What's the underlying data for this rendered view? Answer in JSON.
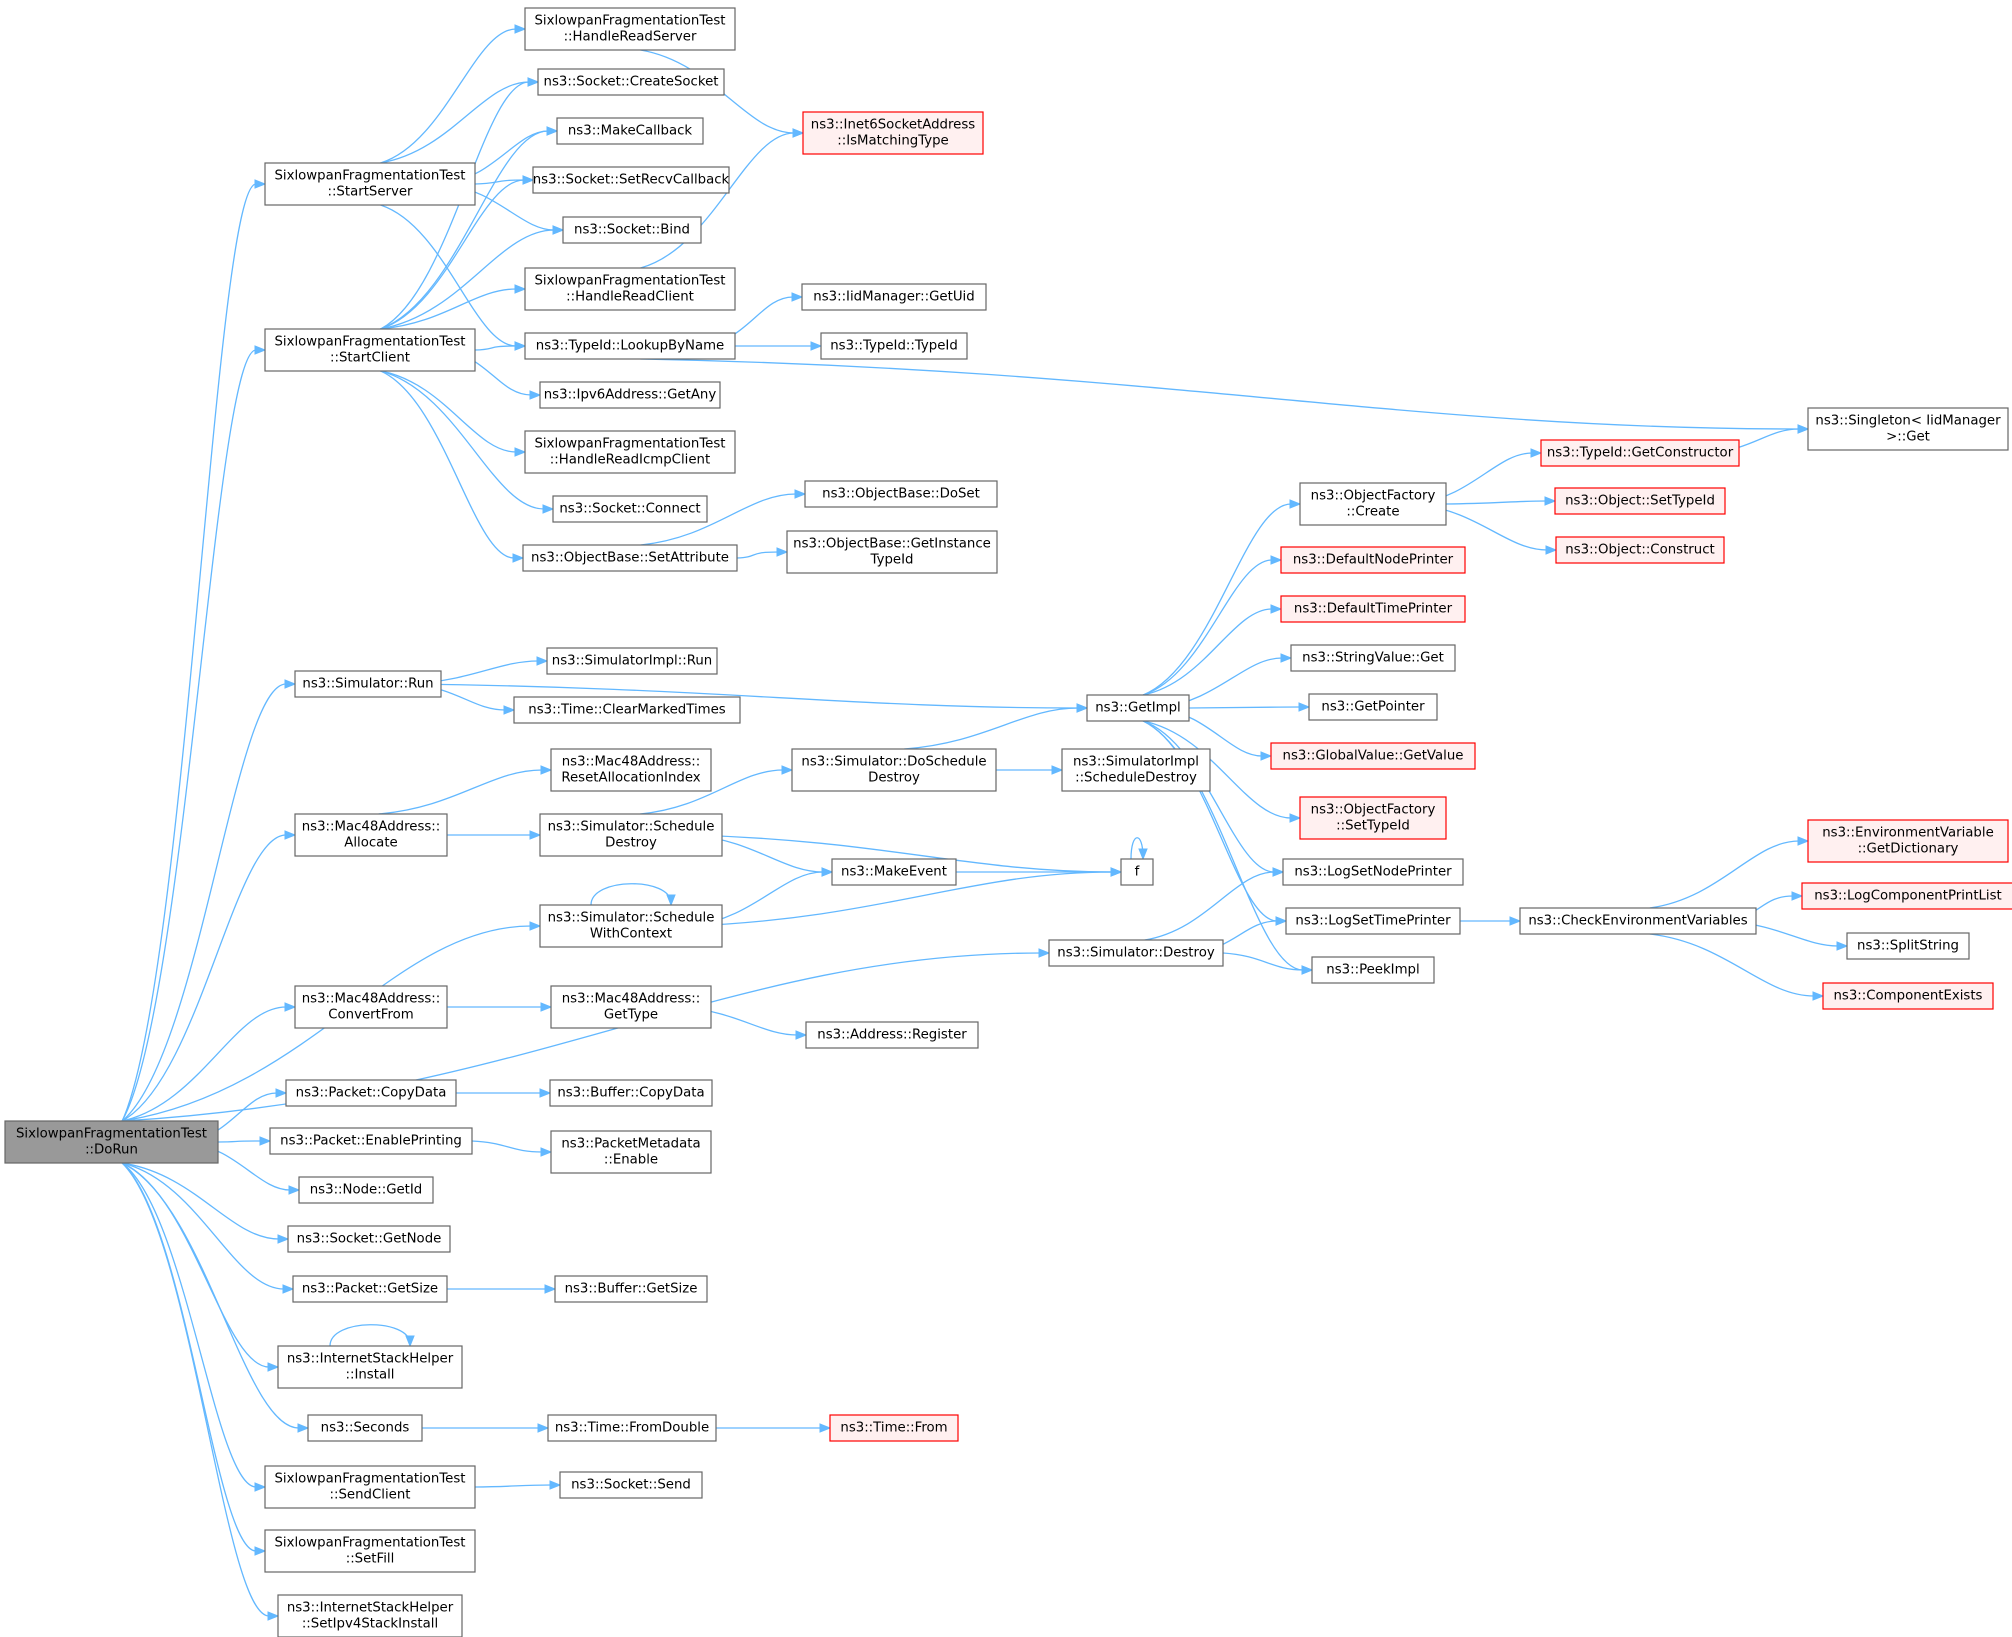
{
  "nodes": {
    "doRun": [
      "SixlowpanFragmentationTest",
      "::DoRun"
    ],
    "startServer": [
      "SixlowpanFragmentationTest",
      "::StartServer"
    ],
    "startClient": [
      "SixlowpanFragmentationTest",
      "::StartClient"
    ],
    "handleReadServer": [
      "SixlowpanFragmentationTest",
      "::HandleReadServer"
    ],
    "createSocket": [
      "ns3::Socket::CreateSocket"
    ],
    "makeCallback": [
      "ns3::MakeCallback"
    ],
    "setRecvCallback": [
      "ns3::Socket::SetRecvCallback"
    ],
    "socketBind": [
      "ns3::Socket::Bind"
    ],
    "handleReadClient": [
      "SixlowpanFragmentationTest",
      "::HandleReadClient"
    ],
    "lookupByName": [
      "ns3::TypeId::LookupByName"
    ],
    "getAny": [
      "ns3::Ipv6Address::GetAny"
    ],
    "handleReadIcmpClient": [
      "SixlowpanFragmentationTest",
      "::HandleReadIcmpClient"
    ],
    "socketConnect": [
      "ns3::Socket::Connect"
    ],
    "setAttribute": [
      "ns3::ObjectBase::SetAttribute"
    ],
    "isMatchingType": [
      "ns3::Inet6SocketAddress",
      "::IsMatchingType"
    ],
    "getUid": [
      "ns3::IidManager::GetUid"
    ],
    "typeIdCtor": [
      "ns3::TypeId::TypeId"
    ],
    "singletonGet": [
      "ns3::Singleton< IidManager",
      ">::Get"
    ],
    "doSet": [
      "ns3::ObjectBase::DoSet"
    ],
    "getInstanceTypeId": [
      "ns3::ObjectBase::GetInstance",
      "TypeId"
    ],
    "simRun": [
      "ns3::Simulator::Run"
    ],
    "simImplRun": [
      "ns3::SimulatorImpl::Run"
    ],
    "clearMarkedTimes": [
      "ns3::Time::ClearMarkedTimes"
    ],
    "macAllocate": [
      "ns3::Mac48Address::",
      "Allocate"
    ],
    "resetAllocationIndex": [
      "ns3::Mac48Address::",
      "ResetAllocationIndex"
    ],
    "scheduleDestroy": [
      "ns3::Simulator::Schedule",
      "Destroy"
    ],
    "doScheduleDestroy": [
      "ns3::Simulator::DoSchedule",
      "Destroy"
    ],
    "implScheduleDestroy": [
      "ns3::SimulatorImpl",
      "::ScheduleDestroy"
    ],
    "getImpl": [
      "ns3::GetImpl"
    ],
    "makeEvent": [
      "ns3::MakeEvent"
    ],
    "f": [
      "f"
    ],
    "scheduleWithContext": [
      "ns3::Simulator::Schedule",
      "WithContext"
    ],
    "simDestroy": [
      "ns3::Simulator::Destroy"
    ],
    "ofCreate": [
      "ns3::ObjectFactory",
      "::Create"
    ],
    "getConstructor": [
      "ns3::TypeId::GetConstructor"
    ],
    "objSetTypeId": [
      "ns3::Object::SetTypeId"
    ],
    "objConstruct": [
      "ns3::Object::Construct"
    ],
    "defaultNodePrinter": [
      "ns3::DefaultNodePrinter"
    ],
    "defaultTimePrinter": [
      "ns3::DefaultTimePrinter"
    ],
    "stringValueGet": [
      "ns3::StringValue::Get"
    ],
    "getPointer": [
      "ns3::GetPointer"
    ],
    "globalGetValue": [
      "ns3::GlobalValue::GetValue"
    ],
    "ofSetTypeId": [
      "ns3::ObjectFactory",
      "::SetTypeId"
    ],
    "logSetNodePrinter": [
      "ns3::LogSetNodePrinter"
    ],
    "logSetTimePrinter": [
      "ns3::LogSetTimePrinter"
    ],
    "peekImpl": [
      "ns3::PeekImpl"
    ],
    "checkEnv": [
      "ns3::CheckEnvironmentVariables"
    ],
    "envGetDictionary": [
      "ns3::EnvironmentVariable",
      "::GetDictionary"
    ],
    "logComponentPrintList": [
      "ns3::LogComponentPrintList"
    ],
    "splitString": [
      "ns3::SplitString"
    ],
    "componentExists": [
      "ns3::ComponentExists"
    ],
    "convertFrom": [
      "ns3::Mac48Address::",
      "ConvertFrom"
    ],
    "macGetType": [
      "ns3::Mac48Address::",
      "GetType"
    ],
    "addressRegister": [
      "ns3::Address::Register"
    ],
    "packetCopyData": [
      "ns3::Packet::CopyData"
    ],
    "bufferCopyData": [
      "ns3::Buffer::CopyData"
    ],
    "enablePrinting": [
      "ns3::Packet::EnablePrinting"
    ],
    "metadataEnable": [
      "ns3::PacketMetadata",
      "::Enable"
    ],
    "nodeGetId": [
      "ns3::Node::GetId"
    ],
    "socketGetNode": [
      "ns3::Socket::GetNode"
    ],
    "packetGetSize": [
      "ns3::Packet::GetSize"
    ],
    "bufferGetSize": [
      "ns3::Buffer::GetSize"
    ],
    "ishInstall": [
      "ns3::InternetStackHelper",
      "::Install"
    ],
    "seconds": [
      "ns3::Seconds"
    ],
    "fromDouble": [
      "ns3::Time::FromDouble"
    ],
    "timeFrom": [
      "ns3::Time::From"
    ],
    "sendClient": [
      "SixlowpanFragmentationTest",
      "::SendClient"
    ],
    "socketSend": [
      "ns3::Socket::Send"
    ],
    "setFill": [
      "SixlowpanFragmentationTest",
      "::SetFill"
    ],
    "setIpv4StackInstall": [
      "ns3::InternetStackHelper",
      "::SetIpv4StackInstall"
    ]
  },
  "highlighted": [
    "doRun"
  ],
  "truncated_nodes": [
    "isMatchingType",
    "getConstructor",
    "objSetTypeId",
    "objConstruct",
    "defaultNodePrinter",
    "defaultTimePrinter",
    "globalGetValue",
    "ofSetTypeId",
    "envGetDictionary",
    "logComponentPrintList",
    "componentExists",
    "timeFrom"
  ],
  "edges": [
    [
      "doRun",
      "startServer"
    ],
    [
      "doRun",
      "startClient"
    ],
    [
      "doRun",
      "simRun"
    ],
    [
      "doRun",
      "macAllocate"
    ],
    [
      "doRun",
      "scheduleWithContext"
    ],
    [
      "doRun",
      "simDestroy"
    ],
    [
      "doRun",
      "convertFrom"
    ],
    [
      "doRun",
      "packetCopyData"
    ],
    [
      "doRun",
      "enablePrinting"
    ],
    [
      "doRun",
      "nodeGetId"
    ],
    [
      "doRun",
      "socketGetNode"
    ],
    [
      "doRun",
      "packetGetSize"
    ],
    [
      "doRun",
      "ishInstall"
    ],
    [
      "doRun",
      "seconds"
    ],
    [
      "doRun",
      "sendClient"
    ],
    [
      "doRun",
      "setFill"
    ],
    [
      "doRun",
      "setIpv4StackInstall"
    ],
    [
      "startServer",
      "handleReadServer"
    ],
    [
      "startServer",
      "createSocket"
    ],
    [
      "startServer",
      "makeCallback"
    ],
    [
      "startServer",
      "setRecvCallback"
    ],
    [
      "startServer",
      "socketBind"
    ],
    [
      "startServer",
      "lookupByName"
    ],
    [
      "startClient",
      "createSocket"
    ],
    [
      "startClient",
      "makeCallback"
    ],
    [
      "startClient",
      "setRecvCallback"
    ],
    [
      "startClient",
      "socketBind"
    ],
    [
      "startClient",
      "handleReadClient"
    ],
    [
      "startClient",
      "lookupByName"
    ],
    [
      "startClient",
      "getAny"
    ],
    [
      "startClient",
      "handleReadIcmpClient"
    ],
    [
      "startClient",
      "socketConnect"
    ],
    [
      "startClient",
      "setAttribute"
    ],
    [
      "handleReadServer",
      "isMatchingType"
    ],
    [
      "handleReadClient",
      "isMatchingType"
    ],
    [
      "lookupByName",
      "getUid"
    ],
    [
      "lookupByName",
      "typeIdCtor"
    ],
    [
      "lookupByName",
      "singletonGet"
    ],
    [
      "setAttribute",
      "doSet"
    ],
    [
      "setAttribute",
      "getInstanceTypeId"
    ],
    [
      "simRun",
      "getImpl"
    ],
    [
      "simRun",
      "simImplRun"
    ],
    [
      "simRun",
      "clearMarkedTimes"
    ],
    [
      "macAllocate",
      "resetAllocationIndex"
    ],
    [
      "macAllocate",
      "scheduleDestroy"
    ],
    [
      "scheduleDestroy",
      "doScheduleDestroy"
    ],
    [
      "scheduleDestroy",
      "makeEvent"
    ],
    [
      "scheduleDestroy",
      "f"
    ],
    [
      "doScheduleDestroy",
      "getImpl"
    ],
    [
      "doScheduleDestroy",
      "implScheduleDestroy"
    ],
    [
      "scheduleWithContext",
      "scheduleWithContext"
    ],
    [
      "scheduleWithContext",
      "makeEvent"
    ],
    [
      "scheduleWithContext",
      "f"
    ],
    [
      "makeEvent",
      "f"
    ],
    [
      "f",
      "f"
    ],
    [
      "simDestroy",
      "logSetNodePrinter"
    ],
    [
      "simDestroy",
      "logSetTimePrinter"
    ],
    [
      "simDestroy",
      "peekImpl"
    ],
    [
      "getImpl",
      "ofCreate"
    ],
    [
      "getImpl",
      "defaultNodePrinter"
    ],
    [
      "getImpl",
      "defaultTimePrinter"
    ],
    [
      "getImpl",
      "stringValueGet"
    ],
    [
      "getImpl",
      "getPointer"
    ],
    [
      "getImpl",
      "globalGetValue"
    ],
    [
      "getImpl",
      "ofSetTypeId"
    ],
    [
      "getImpl",
      "logSetNodePrinter"
    ],
    [
      "getImpl",
      "logSetTimePrinter"
    ],
    [
      "getImpl",
      "peekImpl"
    ],
    [
      "ofCreate",
      "getConstructor"
    ],
    [
      "ofCreate",
      "objSetTypeId"
    ],
    [
      "ofCreate",
      "objConstruct"
    ],
    [
      "getConstructor",
      "singletonGet"
    ],
    [
      "logSetTimePrinter",
      "checkEnv"
    ],
    [
      "checkEnv",
      "envGetDictionary"
    ],
    [
      "checkEnv",
      "logComponentPrintList"
    ],
    [
      "checkEnv",
      "splitString"
    ],
    [
      "checkEnv",
      "componentExists"
    ],
    [
      "convertFrom",
      "macGetType"
    ],
    [
      "macGetType",
      "addressRegister"
    ],
    [
      "packetCopyData",
      "bufferCopyData"
    ],
    [
      "enablePrinting",
      "metadataEnable"
    ],
    [
      "packetGetSize",
      "bufferGetSize"
    ],
    [
      "ishInstall",
      "ishInstall"
    ],
    [
      "seconds",
      "fromDouble"
    ],
    [
      "fromDouble",
      "timeFrom"
    ],
    [
      "sendClient",
      "socketSend"
    ]
  ]
}
